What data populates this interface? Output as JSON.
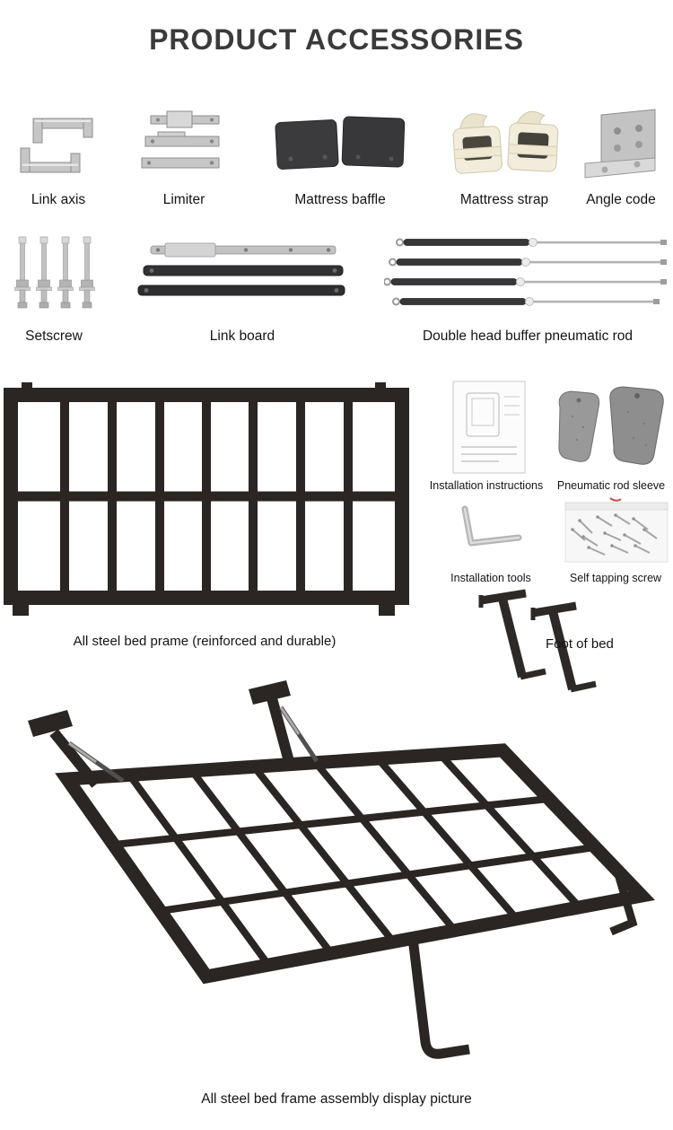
{
  "page": {
    "title": "PRODUCT ACCESSORIES"
  },
  "row1": {
    "items": [
      {
        "label": "Link axis",
        "photo": "link-axis-photo"
      },
      {
        "label": "Limiter",
        "photo": "limiter-photo"
      },
      {
        "label": "Mattress baffle",
        "photo": "mattress-baffle-photo"
      },
      {
        "label": "Mattress strap",
        "photo": "mattress-strap-photo"
      },
      {
        "label": "Angle code",
        "photo": "angle-code-photo"
      }
    ]
  },
  "row2": {
    "items": [
      {
        "label": "Setscrew",
        "photo": "setscrew-photo"
      },
      {
        "label": "Link board",
        "photo": "link-board-photo"
      },
      {
        "label": "Double head buffer pneumatic rod",
        "photo": "pneumatic-rod-photo"
      }
    ]
  },
  "section3": {
    "bed_frame_caption": "All steel bed prame (reinforced and durable)",
    "installation_instructions_label": "Installation instructions",
    "pneumatic_rod_sleeve_label": "Pneumatic rod sleeve",
    "installation_tools_label": "Installation tools",
    "self_tapping_screw_label": "Self tapping screw",
    "foot_of_bed_label": "Foot of bed"
  },
  "section4": {
    "caption": "All steel bed frame assembly display picture"
  },
  "colors": {
    "frame_dark": "#2b2523",
    "metal": "#c6c6c6",
    "text": "#141414"
  }
}
